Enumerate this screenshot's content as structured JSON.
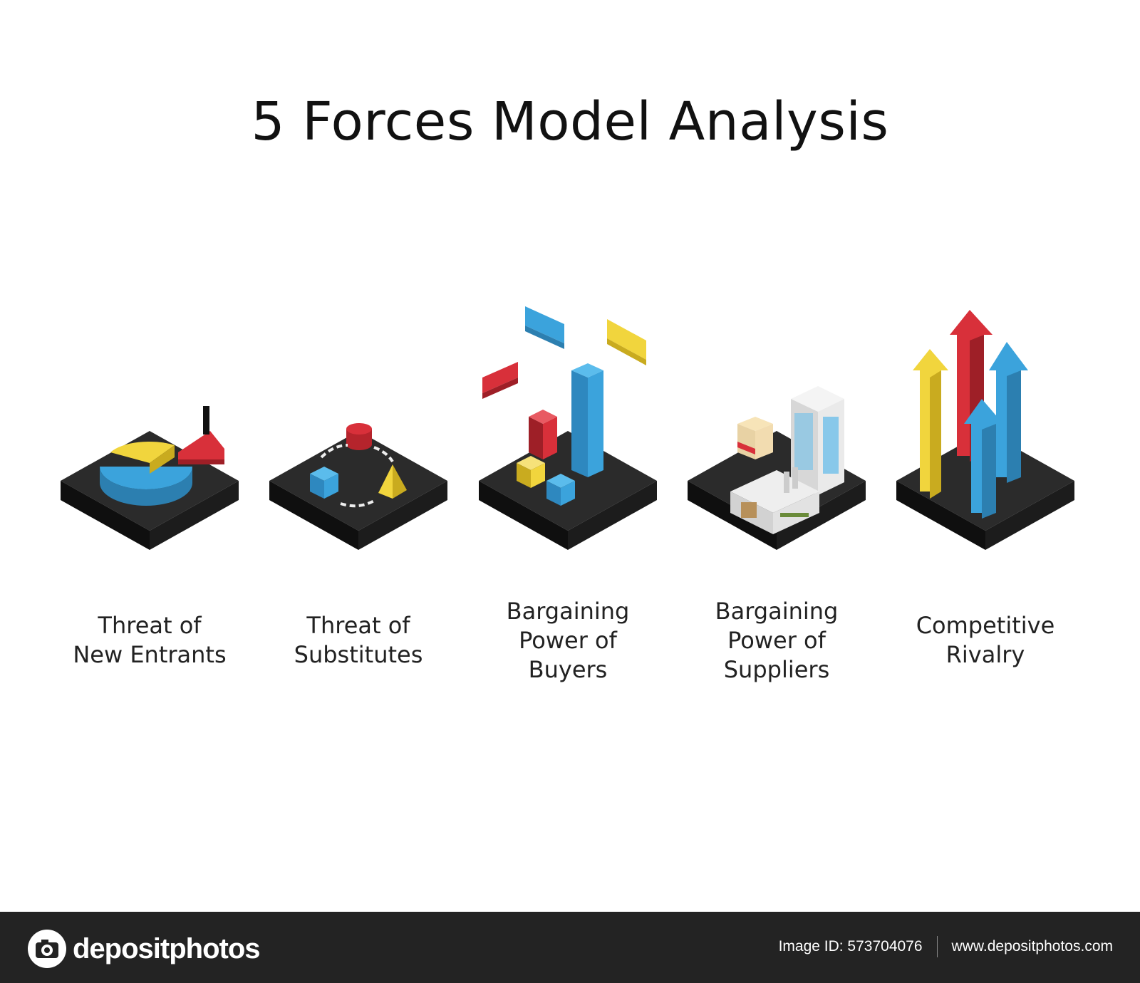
{
  "title": "5 Forces Model Analysis",
  "forces": [
    {
      "lines": [
        "Threat of",
        "New Entrants"
      ],
      "icon": "pie-chart-with-cutter-icon"
    },
    {
      "lines": [
        "Threat of",
        "Substitutes"
      ],
      "icon": "substitution-cycle-icon"
    },
    {
      "lines": [
        "Bargaining",
        "Power of",
        "Buyers"
      ],
      "icon": "buyers-cubes-chat-icon"
    },
    {
      "lines": [
        "Bargaining",
        "Power of",
        "Suppliers"
      ],
      "icon": "factory-buildings-icon"
    },
    {
      "lines": [
        "Competitive",
        "Rivalry"
      ],
      "icon": "rising-arrows-icon"
    }
  ],
  "footer": {
    "brand": "depositphotos",
    "image_id": "Image ID: 573704076",
    "url": "www.depositphotos.com"
  },
  "colors": {
    "tile_top": "#2b2b2b",
    "tile_side": "#0d0d0d",
    "blue": "#3ba3dc",
    "yellow": "#f1d53d",
    "red": "#d8303a",
    "footer_bg": "#232323"
  }
}
